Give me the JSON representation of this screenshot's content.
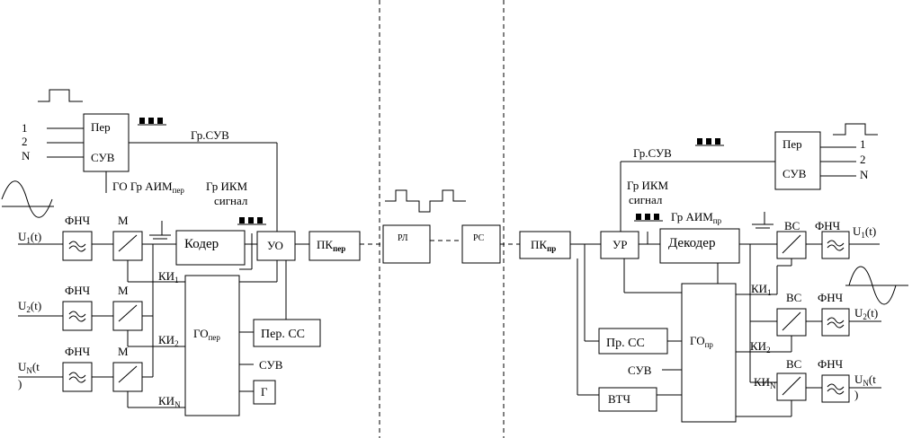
{
  "transmitter": {
    "signal_labels": [
      "U",
      "U",
      "U"
    ],
    "signal_subs": [
      "1",
      "2",
      "N"
    ],
    "signal_tails": [
      "(t)",
      "(t)",
      "(t"
    ],
    "signal_last_paren": ")",
    "lpf_label": "ФНЧ",
    "modulator_label": "М",
    "coder_label": "Кодер",
    "uo_label": "УО",
    "pk_label": "ПК",
    "pk_sub": "пер",
    "go_label": "ГО",
    "go_sub": "пер",
    "ki_label": "КИ",
    "ki_subs": [
      "1",
      "2",
      "N"
    ],
    "per_ss_label": "Пер. СС",
    "suv_label": "СУВ",
    "g_label": "Г",
    "per_suv_top": "Пер",
    "per_suv_bottom": "СУВ",
    "channel_numbers": [
      "1",
      "2",
      "N"
    ],
    "gr_suv_label": "Гр.СУВ",
    "go_gr_aim_label": "ГО  Гр АИМ",
    "gr_aim_sub": "пер",
    "gr_ikm_label": "Гр ИКМ",
    "signal_word": "сигнал"
  },
  "link": {
    "rl_label": "РЛ",
    "rs_label": "РС"
  },
  "receiver": {
    "pk_label": "ПК",
    "pk_sub": "пр",
    "ur_label": "УР",
    "decoder_label": "Декодер",
    "go_label": "ГО",
    "go_sub": "пр",
    "pr_ss_label": "Пр. СС",
    "suv_label": "СУВ",
    "vtch_label": "ВТЧ",
    "vs_label": "ВС",
    "lpf_label": "ФНЧ",
    "ki_label": "КИ",
    "ki_subs": [
      "1",
      "2",
      "N"
    ],
    "signal_labels": [
      "U",
      "U",
      "U"
    ],
    "signal_subs": [
      "1",
      "2",
      "N"
    ],
    "signal_tails": [
      "(t)",
      "(t)",
      "(t"
    ],
    "signal_last_paren": ")",
    "per_suv_top": "Пер",
    "per_suv_bottom": "СУВ",
    "channel_numbers": [
      "1",
      "2",
      "N"
    ],
    "gr_suv_label": "Гр.СУВ",
    "gr_ikm_label": "Гр ИКМ",
    "signal_word": "сигнал",
    "gr_aim_label": "Гр АИМ",
    "gr_aim_sub": "пр"
  }
}
